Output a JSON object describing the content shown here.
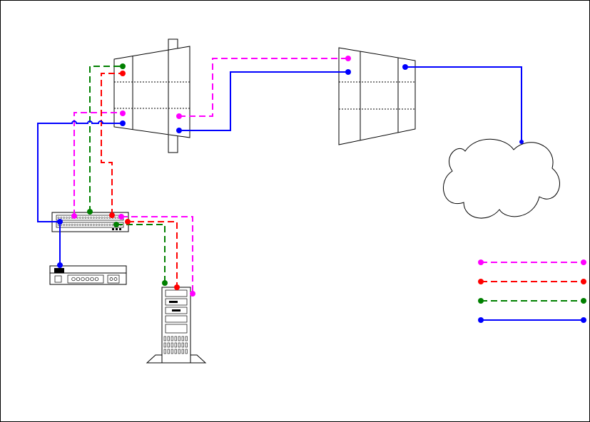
{
  "colors": {
    "background": "#ffffff",
    "frame": "#000000",
    "device_outline": "#000000",
    "cable_magenta": "#ff00ff",
    "cable_red": "#ff0000",
    "cable_green": "#008000",
    "cable_blue": "#0000ff"
  },
  "legend": {
    "entries": [
      {
        "color": "#ff00ff",
        "style": "dashed"
      },
      {
        "color": "#ff0000",
        "style": "dashed"
      },
      {
        "color": "#008000",
        "style": "dashed"
      },
      {
        "color": "#0000ff",
        "style": "solid"
      }
    ]
  },
  "devices": {
    "rack_left": {
      "icon": "patch-panel-rack-icon"
    },
    "rack_right": {
      "icon": "patch-panel-rack-icon"
    },
    "switch": {
      "icon": "network-switch-icon"
    },
    "modem": {
      "icon": "modem-icon"
    },
    "server": {
      "icon": "tower-server-icon"
    },
    "cloud": {
      "icon": "internet-cloud-icon"
    }
  }
}
